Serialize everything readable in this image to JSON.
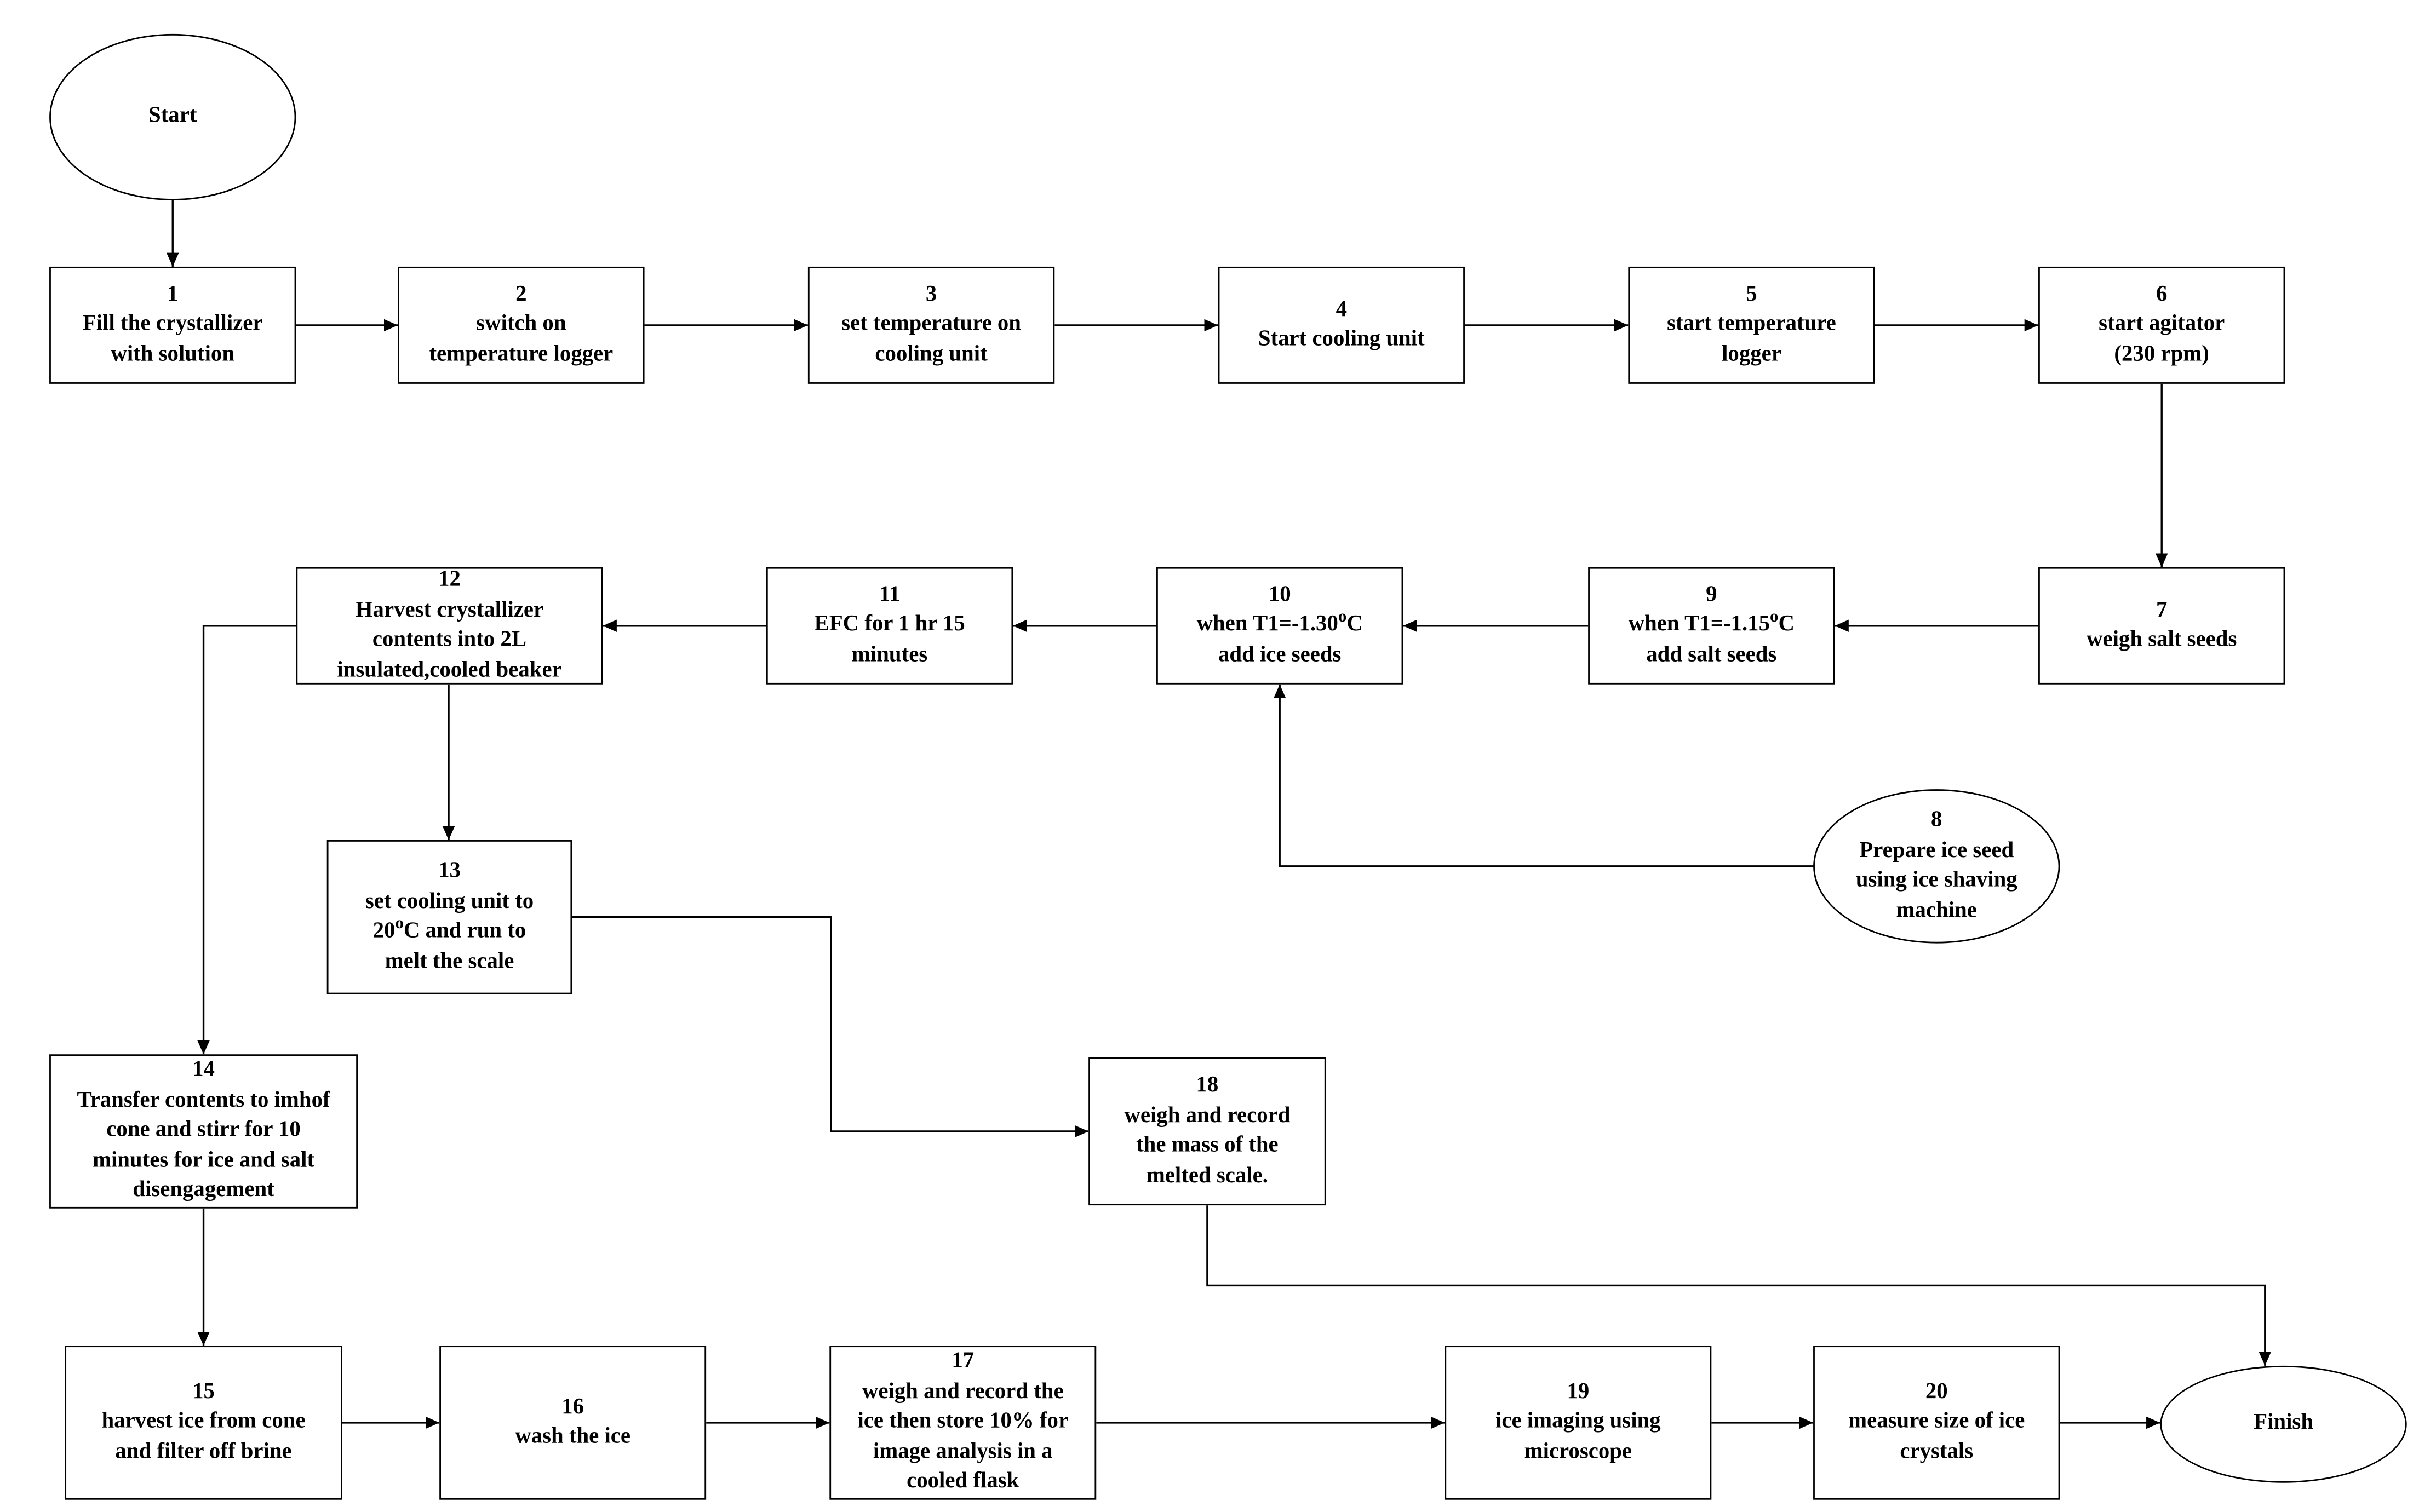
{
  "nodes": [
    {
      "id": "start",
      "number": "",
      "label": "Start",
      "shape": "ellipse"
    },
    {
      "id": "n1",
      "number": "1",
      "label": "Fill the crystallizer\nwith solution",
      "shape": "rect"
    },
    {
      "id": "n2",
      "number": "2",
      "label": "switch on\ntemperature logger",
      "shape": "rect"
    },
    {
      "id": "n3",
      "number": "3",
      "label": "set temperature on\ncooling unit",
      "shape": "rect"
    },
    {
      "id": "n4",
      "number": "4",
      "label": "Start cooling unit",
      "shape": "rect"
    },
    {
      "id": "n5",
      "number": "5",
      "label": "start temperature\nlogger",
      "shape": "rect"
    },
    {
      "id": "n6",
      "number": "6",
      "label": "start agitator\n(230 rpm)",
      "shape": "rect"
    },
    {
      "id": "n7",
      "number": "7",
      "label": "weigh salt seeds",
      "shape": "rect"
    },
    {
      "id": "n8",
      "number": "8",
      "label": "Prepare ice seed\nusing ice shaving\nmachine",
      "shape": "ellipse"
    },
    {
      "id": "n9",
      "number": "9",
      "label": "when T1=-1.15{o}C\nadd salt seeds",
      "shape": "rect"
    },
    {
      "id": "n10",
      "number": "10",
      "label": "when T1=-1.30{o}C\nadd ice seeds",
      "shape": "rect"
    },
    {
      "id": "n11",
      "number": "11",
      "label": "EFC for 1 hr 15\nminutes",
      "shape": "rect"
    },
    {
      "id": "n12",
      "number": "12",
      "label": "Harvest crystallizer\ncontents into 2L\ninsulated,cooled  beaker",
      "shape": "rect"
    },
    {
      "id": "n13",
      "number": "13",
      "label": "set cooling unit to\n20{o}C and run to\nmelt the scale",
      "shape": "rect"
    },
    {
      "id": "n14",
      "number": "14",
      "label": "Transfer contents to imhof\ncone and stirr for 10\nminutes for ice and salt\ndisengagement",
      "shape": "rect"
    },
    {
      "id": "n15",
      "number": "15",
      "label": "harvest ice from cone\nand filter off brine",
      "shape": "rect"
    },
    {
      "id": "n16",
      "number": "16",
      "label": "wash the ice",
      "shape": "rect"
    },
    {
      "id": "n17",
      "number": "17",
      "label": "weigh and record the\nice then store 10% for\nimage analysis in a\ncooled flask",
      "shape": "rect"
    },
    {
      "id": "n18",
      "number": "18",
      "label": "weigh and record\nthe mass of the\nmelted scale.",
      "shape": "rect"
    },
    {
      "id": "n19",
      "number": "19",
      "label": "ice imaging using\nmicroscope",
      "shape": "rect"
    },
    {
      "id": "n20",
      "number": "20",
      "label": "measure size of ice\ncrystals",
      "shape": "rect"
    },
    {
      "id": "finish",
      "number": "",
      "label": "Finish",
      "shape": "ellipse"
    }
  ],
  "edges": [
    {
      "from": "start",
      "to": "n1"
    },
    {
      "from": "n1",
      "to": "n2"
    },
    {
      "from": "n2",
      "to": "n3"
    },
    {
      "from": "n3",
      "to": "n4"
    },
    {
      "from": "n4",
      "to": "n5"
    },
    {
      "from": "n5",
      "to": "n6"
    },
    {
      "from": "n6",
      "to": "n7"
    },
    {
      "from": "n7",
      "to": "n9"
    },
    {
      "from": "n9",
      "to": "n10"
    },
    {
      "from": "n8",
      "to": "n10"
    },
    {
      "from": "n10",
      "to": "n11"
    },
    {
      "from": "n11",
      "to": "n12"
    },
    {
      "from": "n12",
      "to": "n13"
    },
    {
      "from": "n12",
      "to": "n14"
    },
    {
      "from": "n13",
      "to": "n18"
    },
    {
      "from": "n14",
      "to": "n15"
    },
    {
      "from": "n15",
      "to": "n16"
    },
    {
      "from": "n16",
      "to": "n17"
    },
    {
      "from": "n17",
      "to": "n19"
    },
    {
      "from": "n19",
      "to": "n20"
    },
    {
      "from": "n20",
      "to": "finish"
    },
    {
      "from": "n18",
      "to": "finish"
    }
  ]
}
